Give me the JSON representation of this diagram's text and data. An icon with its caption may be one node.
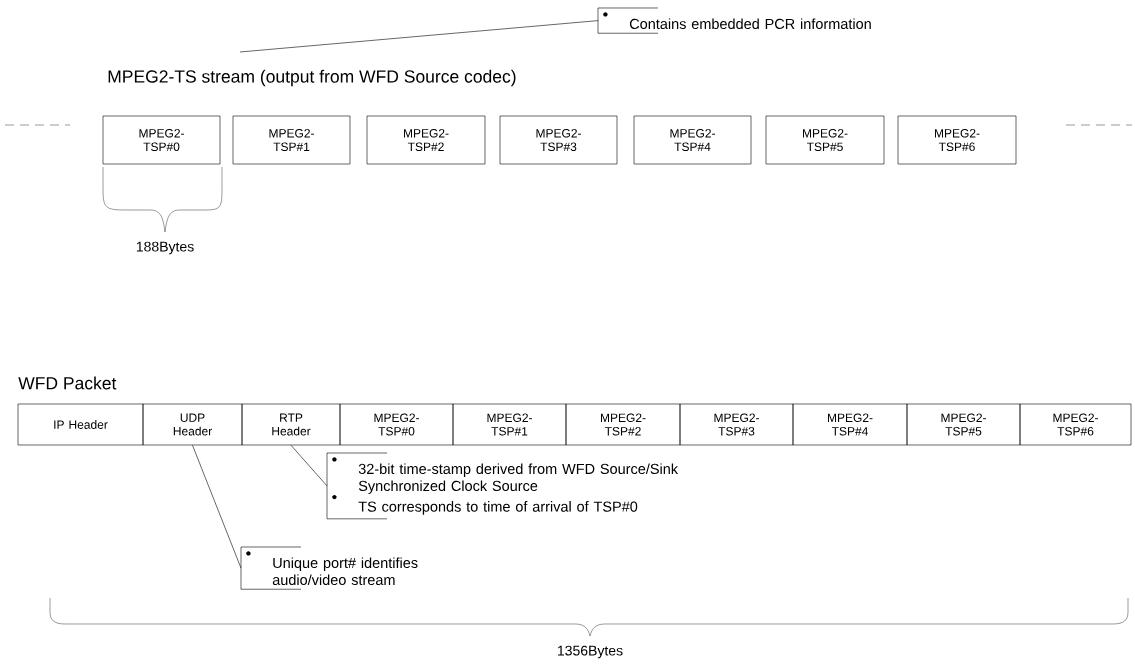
{
  "diagram": {
    "nodes": [
      {
        "text": [
          "Contains embedded PCR information"
        ]
      },
      {
        "text": [
          "MPEG2- TSP#0"
        ]
      },
      {
        "text": [
          "MPEG2- TSP#1"
        ]
      },
      {
        "text": [
          "MPEG2- TSP#2"
        ]
      },
      {
        "text": [
          "MPEG2- TSP#3"
        ]
      },
      {
        "text": [
          "MPEG2- TSP#4"
        ]
      },
      {
        "text": [
          "MPEG2- TSP#5"
        ]
      },
      {
        "text": [
          "MPEG2- TSP#6"
        ]
      },
      {
        "text": [
          "IP Header"
        ]
      },
      {
        "text": [
          "UDP Header"
        ]
      },
      {
        "text": [
          "RTP Header"
        ]
      },
      {
        "text": [
          "MPEG2- TSP#0"
        ]
      },
      {
        "text": [
          "MPEG2- TSP#1"
        ]
      },
      {
        "text": [
          "MPEG2- TSP#2"
        ]
      },
      {
        "text": [
          "MPEG2- TSP#3"
        ]
      },
      {
        "text": [
          "MPEG2- TSP#4"
        ]
      },
      {
        "text": [
          "MPEG2- TSP#5"
        ]
      },
      {
        "text": [
          "MPEG2- TSP#6"
        ]
      },
      {
        "text": [
          "32-bit time-stamp derived from WFD Source/Sink Synchronized Clock Source",
          "TS corresponds to time of arrival of TSP#0"
        ]
      },
      {
        "text": [
          "Unique port# identifies audio/video stream"
        ]
      }
    ],
    "edges": [
      {
        "from": 0,
        "to": null,
        "arrow": "none"
      },
      {
        "from": 18,
        "to": 10,
        "arrow": "none"
      },
      {
        "from": 19,
        "to": 9,
        "arrow": "none"
      }
    ],
    "labels": [
      "MPEG2-TS stream (output from WFD Source codec)",
      "188Bytes",
      "WFD Packet",
      "1356Bytes"
    ]
  }
}
